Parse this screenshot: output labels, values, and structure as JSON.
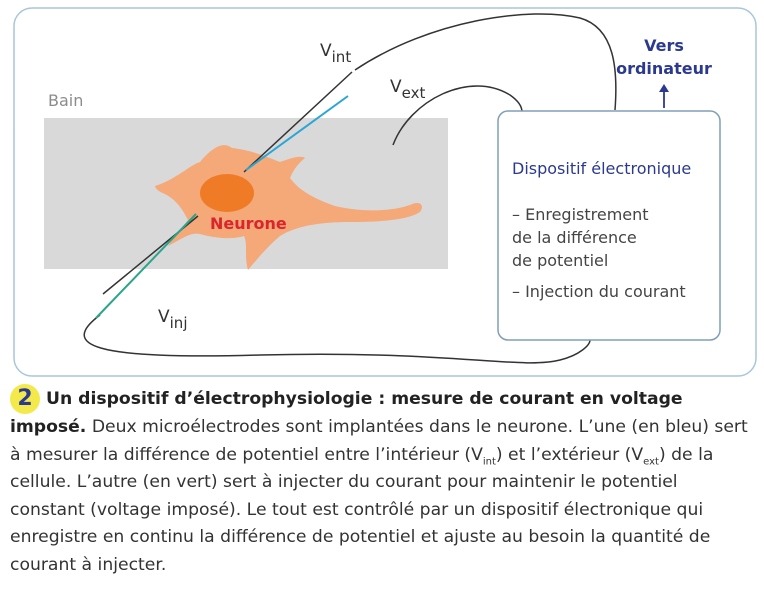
{
  "figure": {
    "bath_label": "Bain",
    "neuron_label": "Neurone",
    "v_int": {
      "base": "V",
      "sub": "int"
    },
    "v_ext": {
      "base": "V",
      "sub": "ext"
    },
    "v_inj": {
      "base": "V",
      "sub": "inj"
    },
    "computer_label": [
      "Vers",
      "ordinateur"
    ],
    "device": {
      "title": "Dispositif électronique",
      "lines": [
        "– Enregistrement",
        "de la différence",
        "de potentiel",
        "– Injection du courant"
      ]
    },
    "colors": {
      "bath": "#d9d9d9",
      "neuron_body": "#f5a878",
      "nucleus": "#ef7b26",
      "neuron_label": "#d9262c",
      "electrode_blue": "#2aa6d6",
      "electrode_green": "#2aa58c",
      "frame": "#a9c6dd",
      "device_title": "#2b3a8f"
    }
  },
  "caption": {
    "number": "2",
    "title": "Un dispositif d’électrophysiologie : mesure de courant en voltage imposé.",
    "text_1": "Deux microélectrodes sont implantées dans le neurone. L’une (en bleu) sert à mesurer la différence de potentiel entre l’intérieur (V",
    "sub_int": "int",
    "text_2": ") et l’extérieur (V",
    "sub_ext": "ext",
    "text_3": ") de la cellule. L’autre (en vert) sert à injecter du courant pour maintenir le potentiel constant (voltage imposé). Le tout est contrôlé par un dispositif électronique qui enregistre en continu la différence de potentiel et ajuste au besoin la quantité de courant à injecter."
  }
}
